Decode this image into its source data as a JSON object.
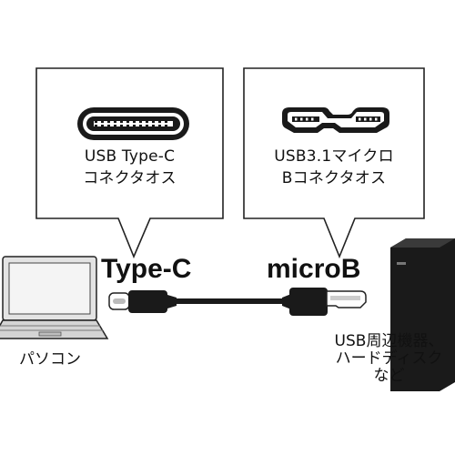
{
  "callouts": {
    "left": {
      "line1": "USB Type-C",
      "line2": "コネクタオス"
    },
    "right": {
      "line1": "USB3.1マイクロ",
      "line2": "Bコネクタオス"
    }
  },
  "connectors": {
    "left_label": "Type-C",
    "right_label": "microB"
  },
  "devices": {
    "pc_label": "パソコン",
    "usb_device_label": [
      "USB周辺機器、",
      "ハードディスク",
      "など"
    ]
  },
  "colors": {
    "outline": "#222222",
    "cable": "#111111",
    "laptop_screen": "#ececec",
    "laptop_body": "#d9d9d9"
  },
  "icons": [
    "laptop-icon",
    "usb-type-c-port-icon",
    "micro-b-port-icon",
    "hard-disk-icon",
    "cable-icon"
  ]
}
